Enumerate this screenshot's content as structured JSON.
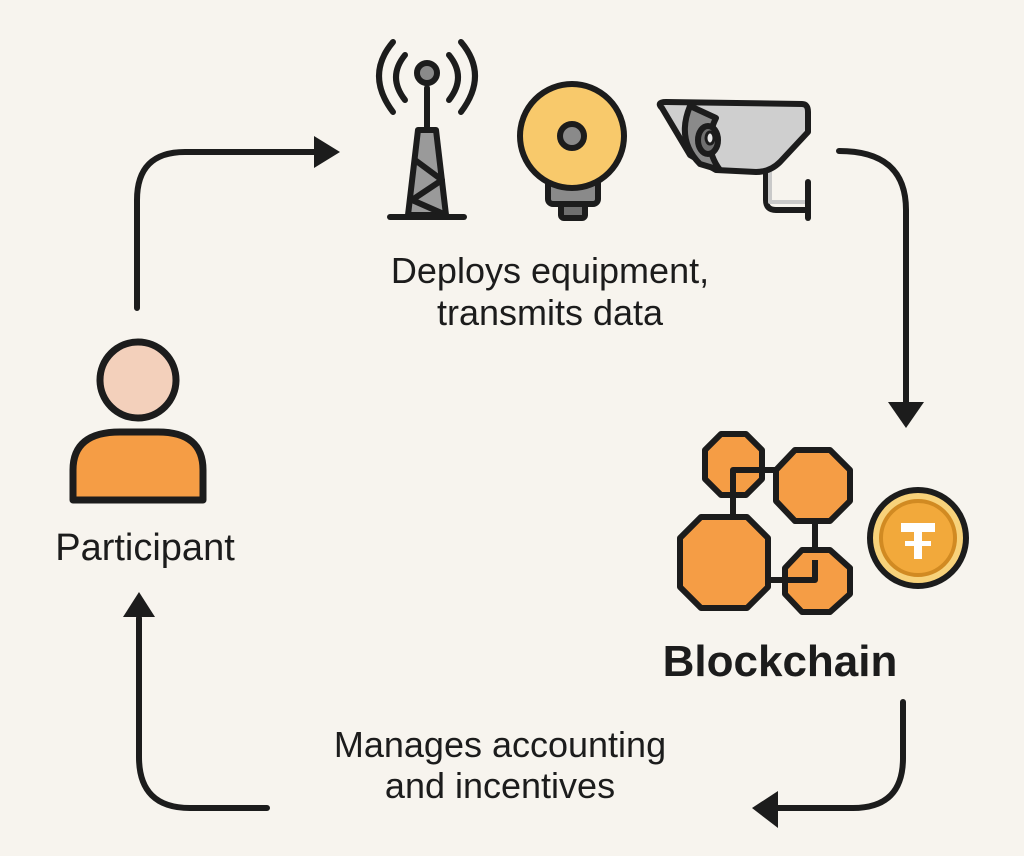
{
  "diagram": {
    "type": "cycle-flow",
    "colors": {
      "background": "#f7f4ee",
      "stroke": "#1c1c1c",
      "orange": "#f59d45",
      "skin": "#f3d0bb",
      "yellow": "#f8c96b",
      "gray": "#8a8a8a",
      "light_gray": "#c9c9c9",
      "coin_gold": "#f0b43a"
    },
    "nodes": [
      {
        "id": "participant",
        "label": "Participant",
        "icon": "person-icon"
      },
      {
        "id": "equipment",
        "label": "Deploys equipment,\ntransmits data",
        "icons": [
          "radio-tower-icon",
          "sensor-light-icon",
          "security-camera-icon"
        ]
      },
      {
        "id": "blockchain",
        "label": "Blockchain",
        "icons": [
          "blockchain-network-icon",
          "token-coin-icon"
        ]
      },
      {
        "id": "accounting",
        "label": "Manages accounting\nand incentives"
      }
    ],
    "edges": [
      {
        "from": "participant",
        "to": "equipment"
      },
      {
        "from": "equipment",
        "to": "blockchain"
      },
      {
        "from": "blockchain",
        "to": "accounting"
      },
      {
        "from": "accounting",
        "to": "participant"
      }
    ]
  },
  "labels": {
    "deploy_line1": "Deploys equipment,",
    "deploy_line2": "transmits data",
    "participant": "Participant",
    "blockchain": "Blockchain",
    "manages_line1": "Manages accounting",
    "manages_line2": "and incentives",
    "coin_symbol": "₮"
  }
}
